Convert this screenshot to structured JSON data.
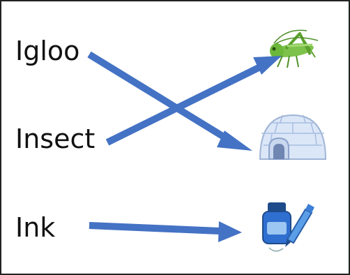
{
  "words": [
    {
      "label": "Igloo"
    },
    {
      "label": "Insect"
    },
    {
      "label": "Ink"
    }
  ],
  "pictures": [
    {
      "icon": "grasshopper-icon"
    },
    {
      "icon": "igloo-icon"
    },
    {
      "icon": "ink-bottle-and-pen-icon"
    }
  ],
  "arrow_color": "#4472c4"
}
